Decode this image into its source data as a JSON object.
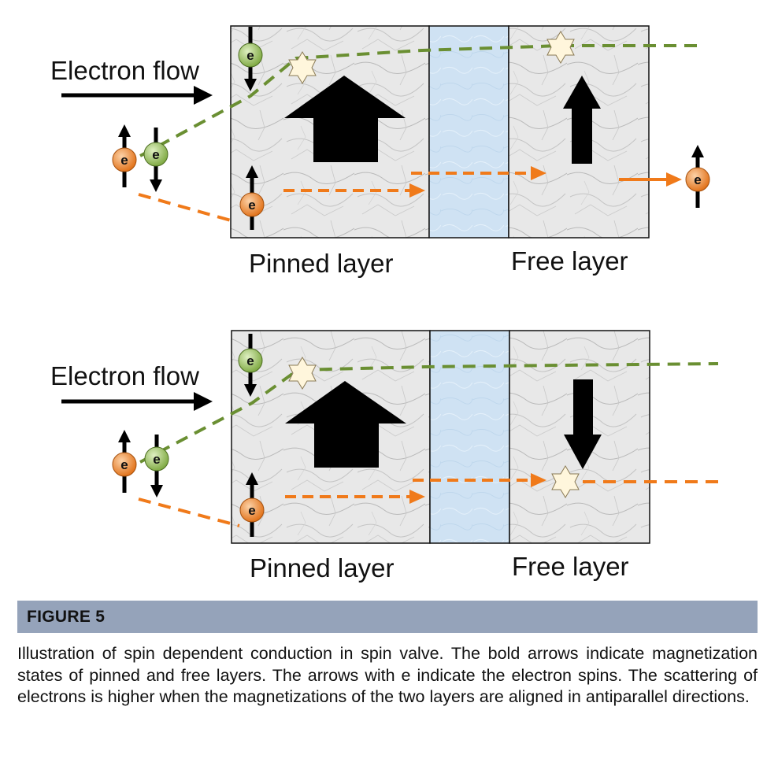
{
  "colors": {
    "green_path": "#6a8f32",
    "orange_path": "#f07a1a",
    "spacer": "#cfe2f3",
    "layer_base": "#e9e9e9",
    "header": "#95a3ba",
    "electron_green": "#8bb94a",
    "electron_orange": "#ee7d22",
    "scatter_star": "#fff6dc"
  },
  "icons": [
    "electron-icon",
    "scatter-star-icon",
    "magnetization-arrow-icon",
    "spin-arrow-icon"
  ],
  "panels": [
    {
      "state": "parallel",
      "electron_flow_label": "Electron flow",
      "pinned_label": "Pinned layer",
      "free_label": "Free layer",
      "electron_symbol": "e",
      "pinned_magnetization": "up",
      "free_magnetization": "up"
    },
    {
      "state": "antiparallel",
      "electron_flow_label": "Electron flow",
      "pinned_label": "Pinned layer",
      "free_label": "Free layer",
      "electron_symbol": "e",
      "pinned_magnetization": "up",
      "free_magnetization": "down"
    }
  ],
  "figure": {
    "label": "FIGURE 5",
    "caption": "Illustration of spin dependent conduction in spin valve. The bold arrows indicate magnetization states of pinned and free layers. The arrows with e indicate the electron spins. The scattering of electrons is higher when the magnetizations of the two layers are aligned in antiparallel directions."
  }
}
